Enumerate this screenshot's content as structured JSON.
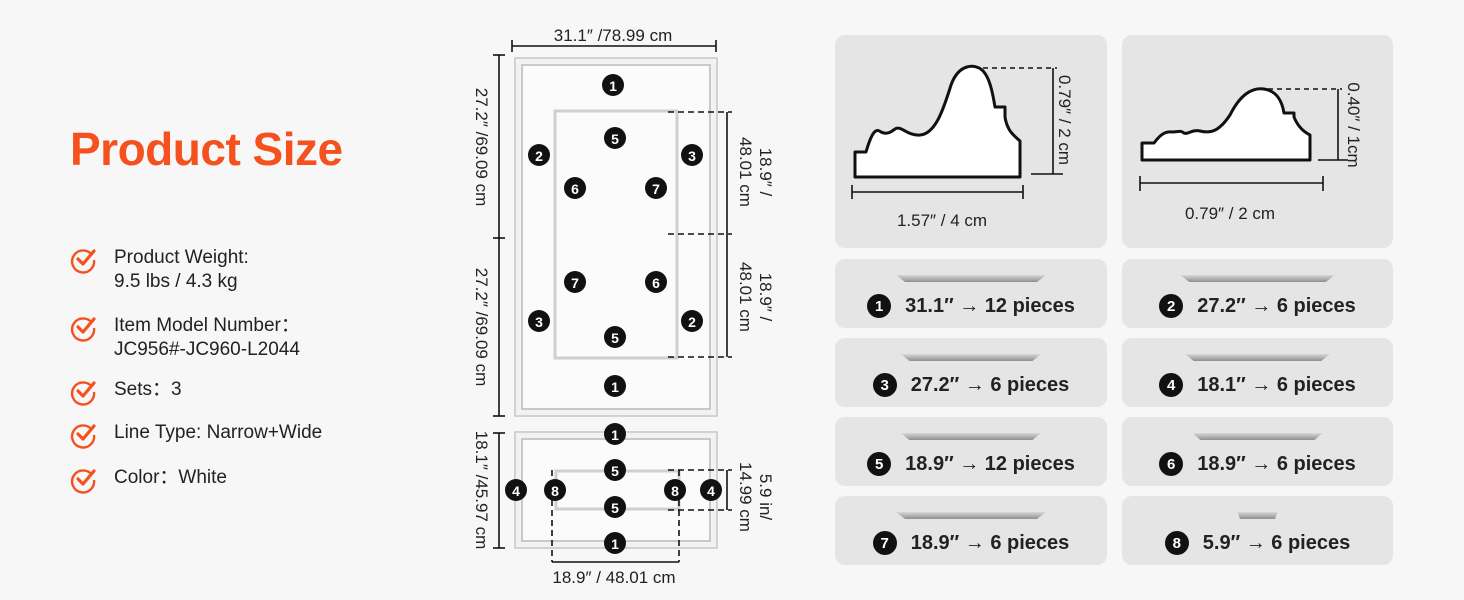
{
  "title": "Product Size",
  "brand_color": "#f4511e",
  "specs": [
    {
      "icon": "check-circle-icon",
      "line1": "Product Weight:",
      "line2": "9.5 lbs / 4.3 kg"
    },
    {
      "icon": "check-circle-icon",
      "line1": "Item Model Number：",
      "line2": "JC956#-JC960-L2044"
    },
    {
      "icon": "check-circle-icon",
      "line1": "Sets：3"
    },
    {
      "icon": "check-circle-icon",
      "line1": "Line Type: Narrow+Wide"
    },
    {
      "icon": "check-circle-icon",
      "line1": "Color：White"
    }
  ],
  "diagram": {
    "top_width": "31.1″ /78.99 cm",
    "left_upper": "27.2″ /69.09 cm",
    "left_lower": "27.2″ /69.09 cm",
    "right_upper_1": "18.9″ /",
    "right_upper_2": "48.01 cm",
    "right_lower_1": "18.9″ /",
    "right_lower_2": "48.01 cm",
    "small_left": "18.1″ /45.97 cm",
    "small_right_1": "5.9 in/",
    "small_right_2": "14.99 cm",
    "small_bottom": "18.9″ / 48.01 cm",
    "badges": [
      "1",
      "5",
      "2",
      "3",
      "6",
      "7",
      "7",
      "6",
      "3",
      "2",
      "5",
      "1",
      "1",
      "5",
      "5",
      "1",
      "4",
      "8",
      "8",
      "4"
    ]
  },
  "profiles": [
    {
      "height": "0.79″ / 2 cm",
      "width": "1.57″ / 4 cm"
    },
    {
      "height": "0.40″ / 1cm",
      "width": "0.79″ / 2 cm"
    }
  ],
  "pieces": [
    {
      "num": "1",
      "text": "31.1″ → 12 pieces"
    },
    {
      "num": "2",
      "text": "27.2″ → 6 pieces"
    },
    {
      "num": "3",
      "text": "27.2″ → 6 pieces"
    },
    {
      "num": "4",
      "text": "18.1″ → 6 pieces"
    },
    {
      "num": "5",
      "text": "18.9″ → 12 pieces"
    },
    {
      "num": "6",
      "text": "18.9″ → 6 pieces"
    },
    {
      "num": "7",
      "text": "18.9″ → 6 pieces"
    },
    {
      "num": "8",
      "text": "5.9″ → 6 pieces"
    }
  ]
}
